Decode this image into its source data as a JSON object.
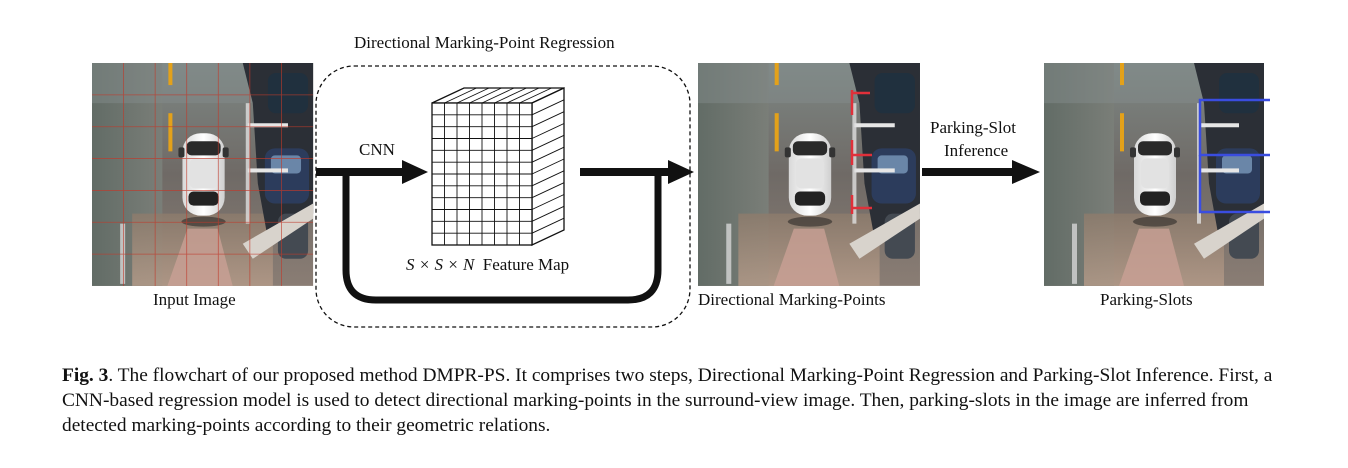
{
  "diagram": {
    "stages": {
      "input": "Input Image",
      "marking_points": "Directional Marking-Points",
      "parking_slots": "Parking-Slots"
    },
    "regression_title": "Directional Marking-Point Regression",
    "cnn": "CNN",
    "inference_line1": "Parking-Slot",
    "inference_line2": "Inference",
    "feature_map_math": "S × S × N",
    "feature_map_text": "Feature Map",
    "colors": {
      "marking_points": "#e0303a",
      "parking_slots": "#3a4de0",
      "arrows": "#111111"
    }
  },
  "caption": {
    "label": "Fig. 3",
    "text": ". The flowchart of our proposed method DMPR-PS. It comprises two steps, Directional Marking-Point Regression and Parking-Slot Inference. First, a CNN-based regression model is used to detect directional marking-points in the surround-view image. Then, parking-slots in the image are inferred from detected marking-points according to their geometric relations."
  }
}
